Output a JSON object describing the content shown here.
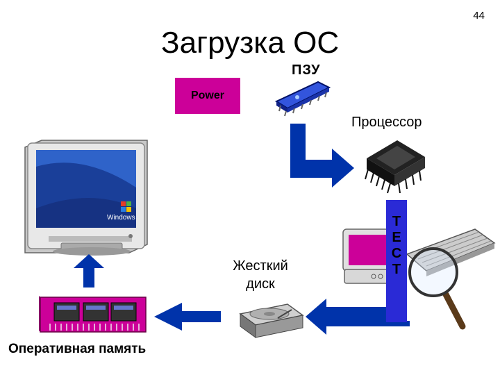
{
  "slide_number": "44",
  "title": "Загрузка ОС",
  "rom_label": "ПЗУ",
  "power_label": "Power",
  "cpu_label": "Процессор",
  "hdd_label_line1": "Жесткий",
  "hdd_label_line2": "диск",
  "ram_label": "Оперативная память",
  "test_letters": [
    "Т",
    "Е",
    "С",
    "Т"
  ],
  "windows_logo_text": "Windows",
  "colors": {
    "magenta": "#cc0099",
    "arrow_blue": "#0033aa",
    "test_strip": "#2a2ad6",
    "chip_blue": "#3355dd"
  },
  "icons": [
    "monitor-icon",
    "rom-chip-icon",
    "cpu-icon",
    "ram-module-icon",
    "hard-disk-icon",
    "computer-icon",
    "keyboard-icon",
    "magnifier-icon"
  ]
}
